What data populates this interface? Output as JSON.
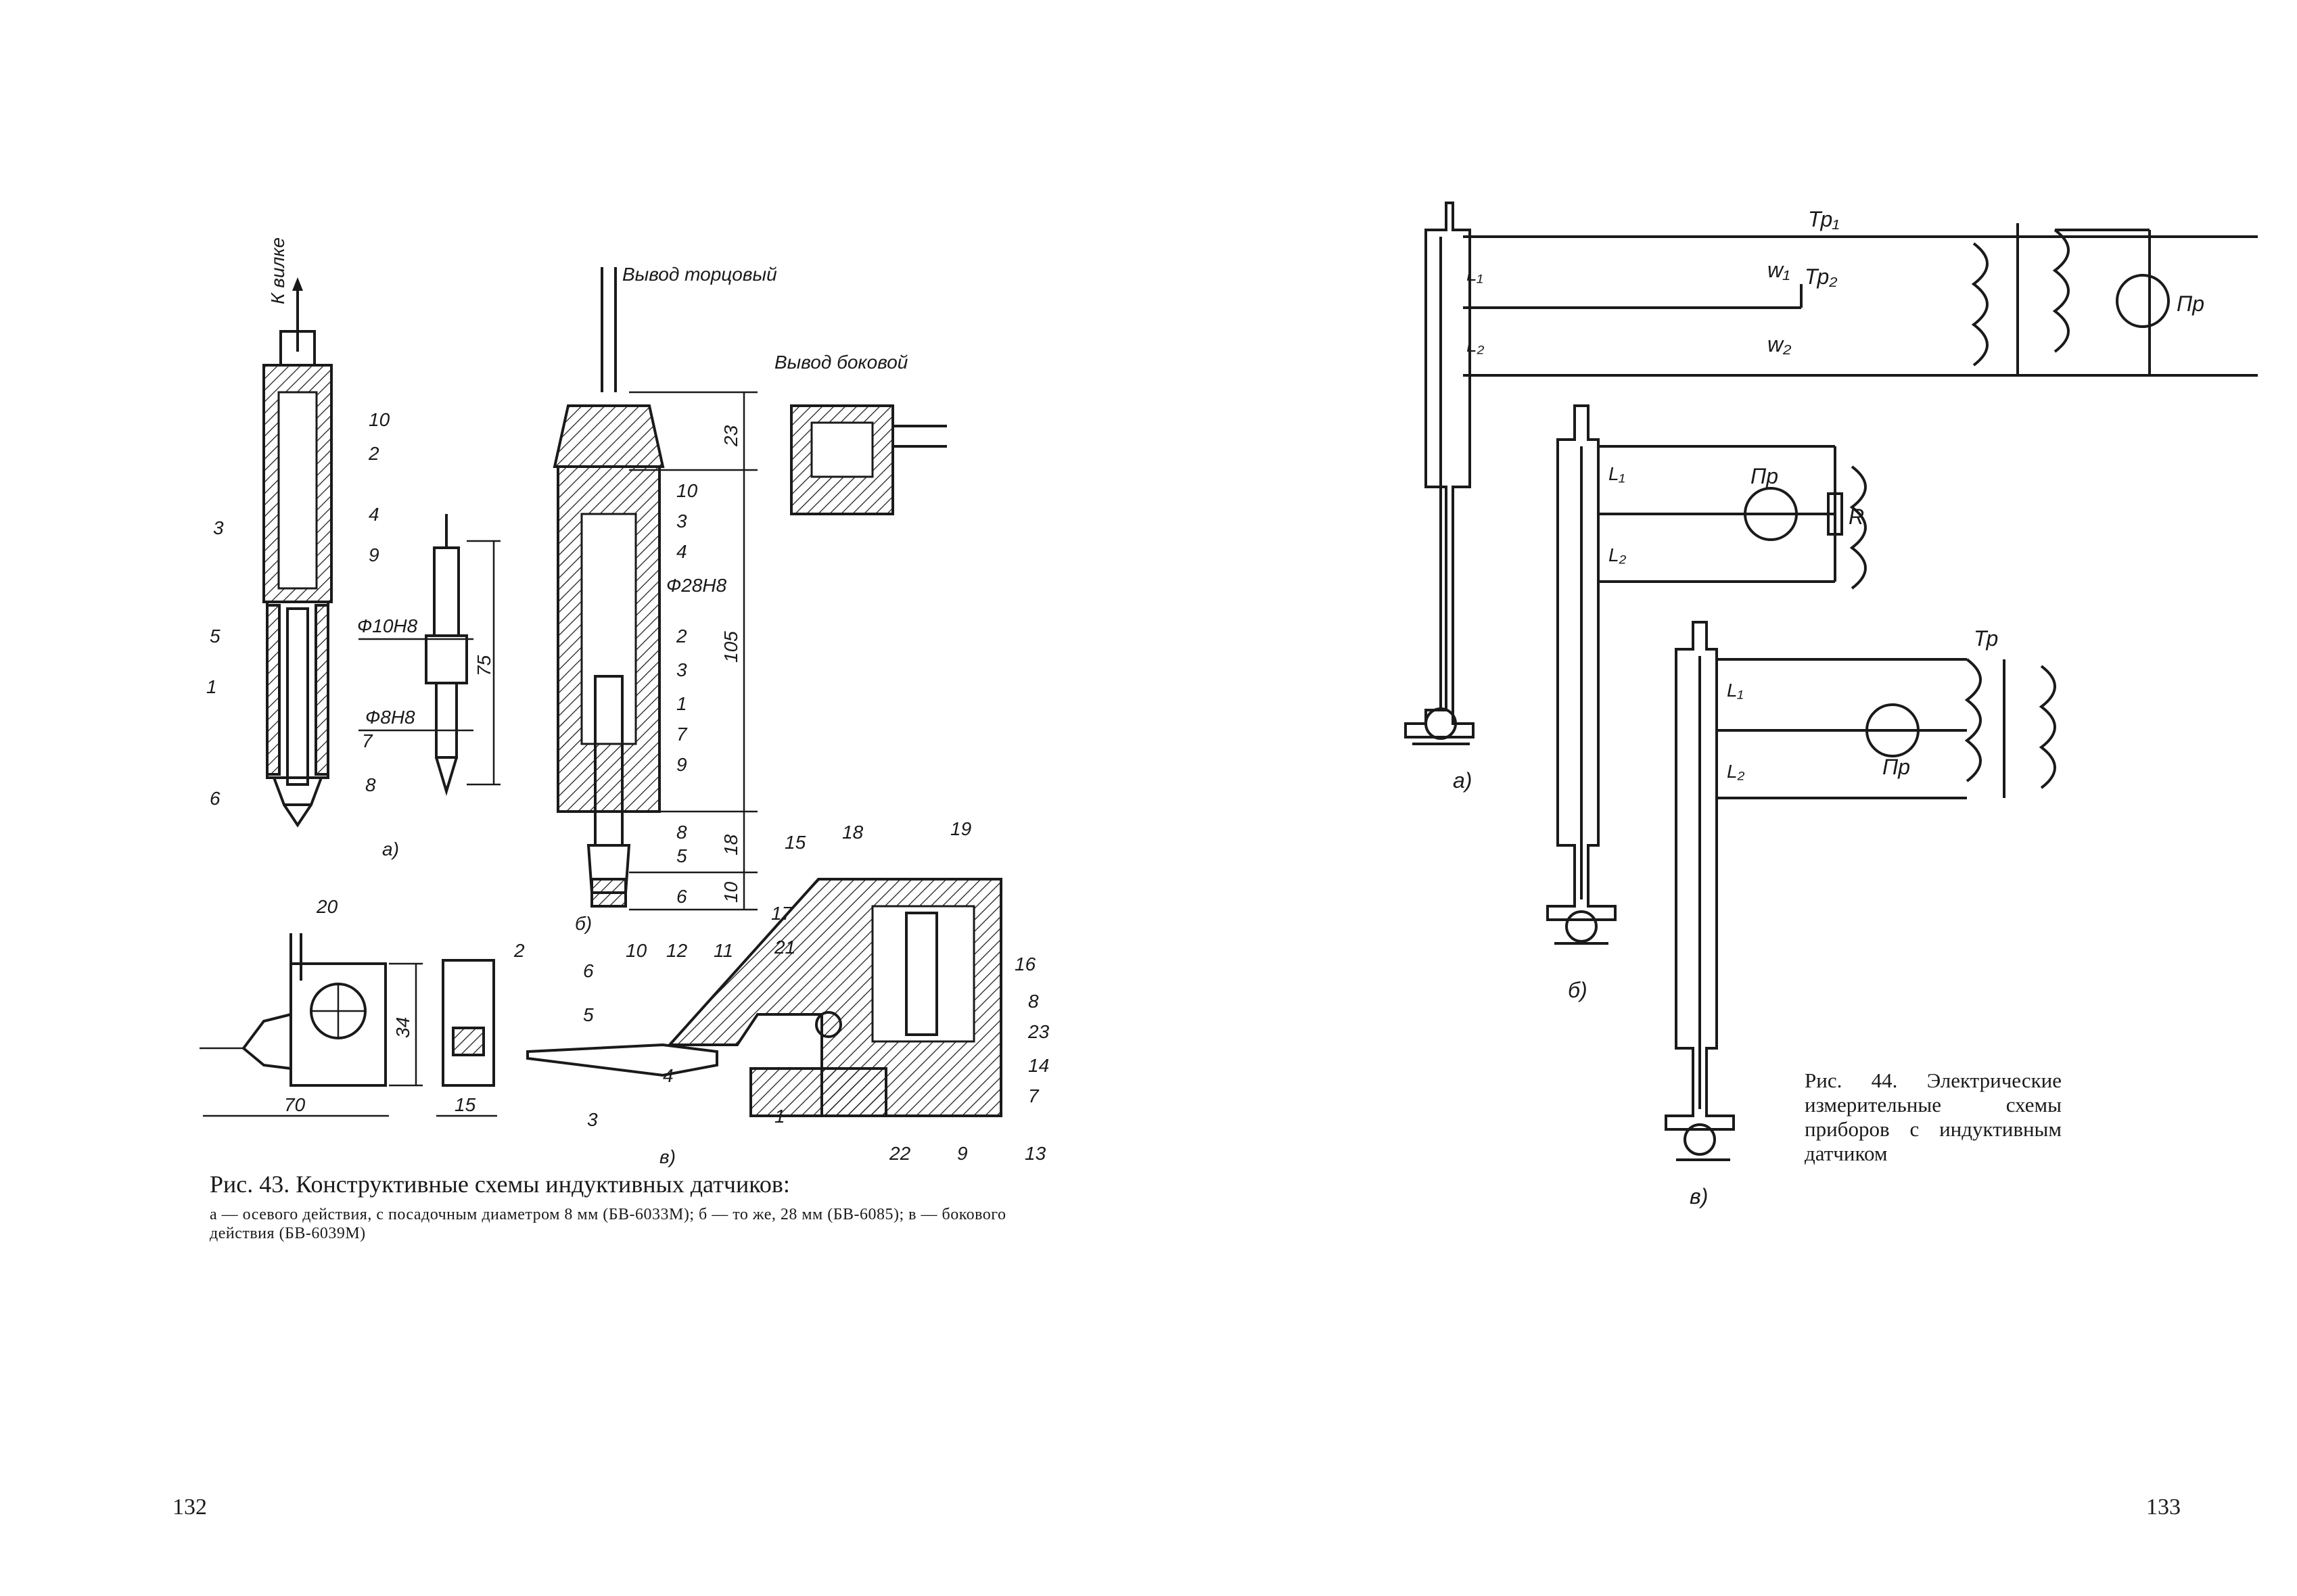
{
  "left_page": {
    "page_number": "132",
    "figure43": {
      "caption_title": "Рис. 43. Конструктивные схемы индуктивных датчиков:",
      "caption_body": "а — осевого действия, с посадочным диаметром 8 мм (БВ-6033М); б — то же, 28 мм (БВ-6085); в — бокового действия (БВ-6039М)",
      "labels": {
        "k_vilke": "К вилке",
        "vyvod_tortsovyi": "Вывод торцовый",
        "vyvod_bokovoi": "Вывод боковой",
        "sub_a": "а)",
        "sub_b": "б)",
        "sub_v": "в)",
        "dia_10": "Ф10Н8",
        "dia_8": "Ф8Н8",
        "dia_28": "Ф28Н8",
        "dim_75": "75",
        "dim_23": "23",
        "dim_105": "105",
        "dim_18": "18",
        "dim_10": "10",
        "dim_34": "34",
        "dim_70": "70",
        "dim_15": "15",
        "n1": "1",
        "n2": "2",
        "n3": "3",
        "n4": "4",
        "n5": "5",
        "n6": "6",
        "n7": "7",
        "n8": "8",
        "n9": "9",
        "n10": "10",
        "n11": "11",
        "n12": "12",
        "n13": "13",
        "n14": "14",
        "n15": "15",
        "n16": "16",
        "n17": "17",
        "n18": "18",
        "n19": "19",
        "n20": "20",
        "n21": "21",
        "n22": "22",
        "n23": "23"
      }
    }
  },
  "right_page": {
    "page_number": "133",
    "figure44": {
      "caption": "Рис. 44. Электрические измерительные схемы приборов с индуктивным датчиком",
      "labels": {
        "tr1": "Тр₁",
        "tr2": "Тр₂",
        "tr": "Тр",
        "w1": "w₁",
        "w2": "w₂",
        "pr": "Пр",
        "L1": "L₁",
        "L2": "L₂",
        "R": "R",
        "sub_a": "а)",
        "sub_b": "б)",
        "sub_v": "в)"
      }
    }
  }
}
